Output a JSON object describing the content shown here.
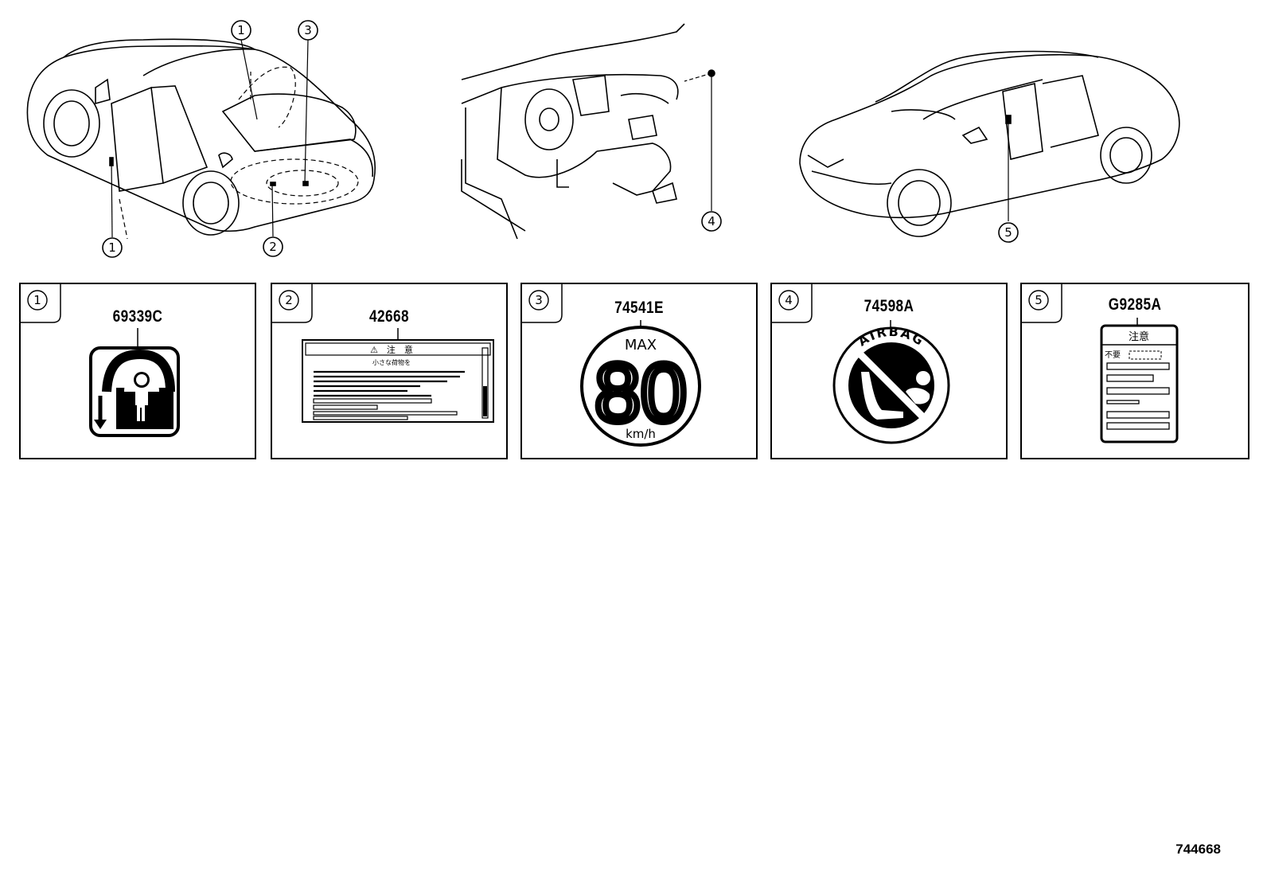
{
  "scenes": [
    {
      "callouts": [
        "1",
        "3",
        "1",
        "2"
      ]
    },
    {
      "callouts": [
        "4"
      ]
    },
    {
      "callouts": [
        "5"
      ]
    }
  ],
  "labels": [
    {
      "index": "1",
      "part_number": "69339C"
    },
    {
      "index": "2",
      "part_number": "42668",
      "header": "⚠　注　意",
      "subheader": "小さな荷物を"
    },
    {
      "index": "3",
      "part_number": "74541E",
      "top": "MAX",
      "value": "80",
      "unit": "km/h"
    },
    {
      "index": "4",
      "part_number": "74598A",
      "ring_text": "AIRBAG"
    },
    {
      "index": "5",
      "part_number": "G9285A",
      "header": "注意",
      "row1": "不要"
    }
  ],
  "footer_code": "744668"
}
